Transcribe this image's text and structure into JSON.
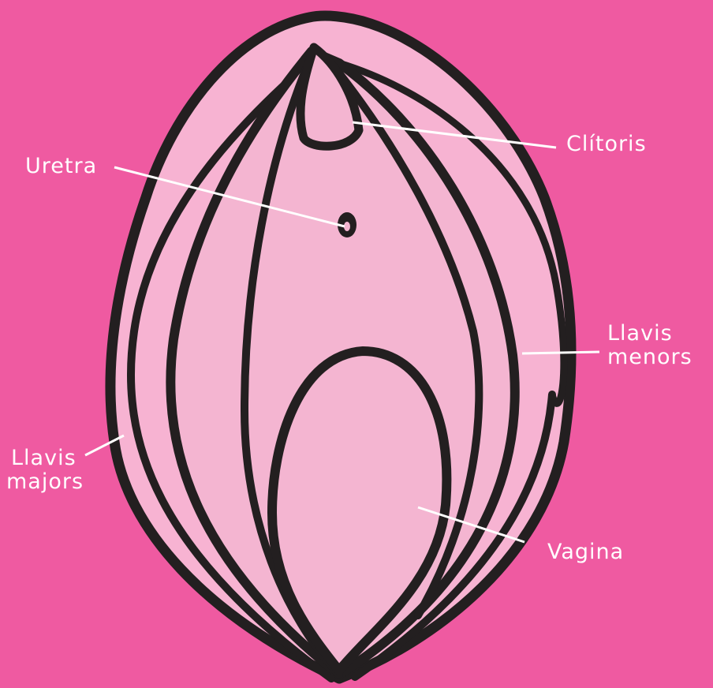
{
  "diagram": {
    "background_color": "#ef5aa1",
    "fill_outer": "#f7b3d2",
    "fill_inner": "#f4b5d1",
    "outline_color": "#231f20",
    "leader_color": "#ffffff",
    "labels": {
      "clitoris": "Clítoris",
      "uretra": "Uretra",
      "llavis_menors_line1": "Llavis",
      "llavis_menors_line2": "menors",
      "llavis_majors_line1": "Llavis",
      "llavis_majors_line2": "majors",
      "vagina": "Vagina"
    }
  }
}
